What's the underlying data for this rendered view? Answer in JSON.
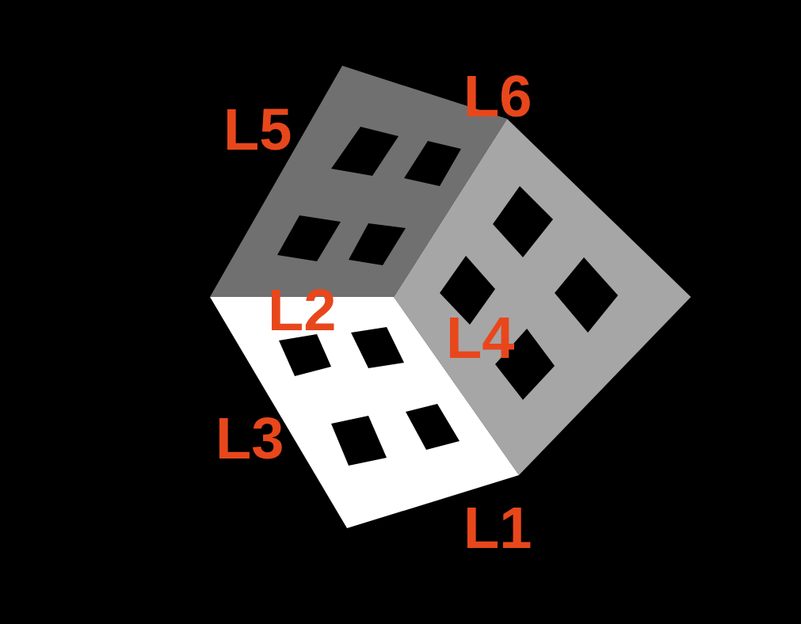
{
  "diagram": {
    "labels": [
      "L5",
      "L6",
      "L2",
      "L4",
      "L3",
      "L1"
    ]
  }
}
